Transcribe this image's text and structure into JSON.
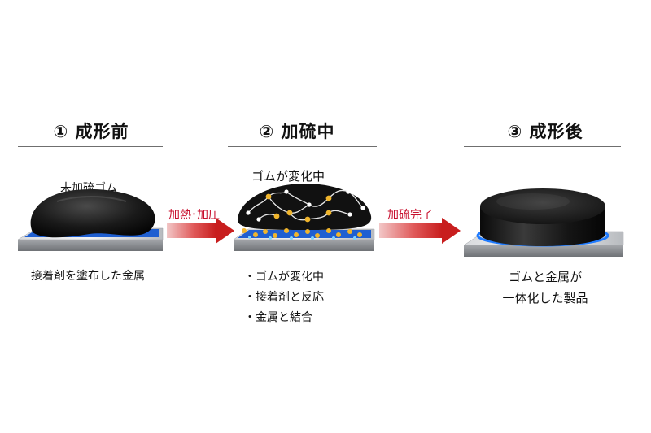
{
  "steps": [
    {
      "title": "① 成形前",
      "caption_top": "未加硫ゴム",
      "caption_bottom": "接着剤を塗布した金属"
    },
    {
      "title": "② 加硫中",
      "caption_top": "ゴムが変化中",
      "bullets": [
        "ゴムが変化中",
        "接着剤と反応",
        "金属と結合"
      ]
    },
    {
      "title": "③ 成形後",
      "caption_bottom_lines": [
        "ゴムと金属が",
        "一体化した製品"
      ]
    }
  ],
  "arrows": [
    {
      "label": "加熱･加圧"
    },
    {
      "label": "加硫完了"
    }
  ],
  "bullet_mark": "・",
  "colors": {
    "arrow_label": "#c8102e",
    "arrow_fill": "#d42a2a",
    "adhesive_blue": "#1f5fd1",
    "rubber_black": "#121212",
    "metal_gray": "#a9acb0"
  }
}
